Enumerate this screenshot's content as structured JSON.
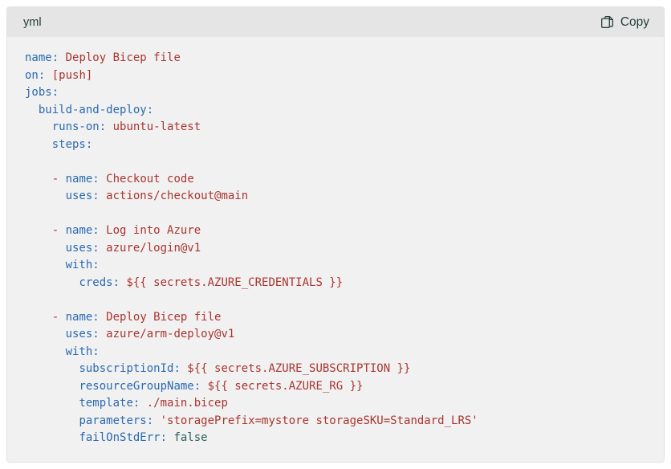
{
  "header": {
    "language_label": "yml",
    "copy_label": "Copy"
  },
  "colors": {
    "key": "#2a69b0",
    "str": "#a93530",
    "bool": "#2e605a",
    "plain": "#171717",
    "header_text": "#253e3c",
    "header_bg": "#e5e5e5",
    "body_bg": "#f1f1f1",
    "border": "#e1e1e1"
  },
  "code": {
    "language": "yml",
    "lines": [
      [
        [
          "k",
          "name:"
        ],
        [
          "s",
          " Deploy Bicep file"
        ]
      ],
      [
        [
          "k",
          "on:"
        ],
        [
          "s",
          " [push]"
        ]
      ],
      [
        [
          "k",
          "jobs:"
        ]
      ],
      [
        [
          "p",
          "  "
        ],
        [
          "k",
          "build-and-deploy:"
        ]
      ],
      [
        [
          "p",
          "    "
        ],
        [
          "k",
          "runs-on:"
        ],
        [
          "s",
          " ubuntu-latest"
        ]
      ],
      [
        [
          "p",
          "    "
        ],
        [
          "k",
          "steps:"
        ]
      ],
      [],
      [
        [
          "p",
          "    "
        ],
        [
          "s",
          "-"
        ],
        [
          "p",
          " "
        ],
        [
          "k",
          "name:"
        ],
        [
          "s",
          " Checkout code"
        ]
      ],
      [
        [
          "p",
          "      "
        ],
        [
          "k",
          "uses:"
        ],
        [
          "s",
          " actions/checkout@main"
        ]
      ],
      [],
      [
        [
          "p",
          "    "
        ],
        [
          "s",
          "-"
        ],
        [
          "p",
          " "
        ],
        [
          "k",
          "name:"
        ],
        [
          "s",
          " Log into Azure"
        ]
      ],
      [
        [
          "p",
          "      "
        ],
        [
          "k",
          "uses:"
        ],
        [
          "s",
          " azure/login@v1"
        ]
      ],
      [
        [
          "p",
          "      "
        ],
        [
          "k",
          "with:"
        ]
      ],
      [
        [
          "p",
          "        "
        ],
        [
          "k",
          "creds:"
        ],
        [
          "s",
          " ${{ secrets.AZURE_CREDENTIALS }}"
        ]
      ],
      [],
      [
        [
          "p",
          "    "
        ],
        [
          "s",
          "-"
        ],
        [
          "p",
          " "
        ],
        [
          "k",
          "name:"
        ],
        [
          "s",
          " Deploy Bicep file"
        ]
      ],
      [
        [
          "p",
          "      "
        ],
        [
          "k",
          "uses:"
        ],
        [
          "s",
          " azure/arm-deploy@v1"
        ]
      ],
      [
        [
          "p",
          "      "
        ],
        [
          "k",
          "with:"
        ]
      ],
      [
        [
          "p",
          "        "
        ],
        [
          "k",
          "subscriptionId:"
        ],
        [
          "s",
          " ${{ secrets.AZURE_SUBSCRIPTION }}"
        ]
      ],
      [
        [
          "p",
          "        "
        ],
        [
          "k",
          "resourceGroupName:"
        ],
        [
          "s",
          " ${{ secrets.AZURE_RG }}"
        ]
      ],
      [
        [
          "p",
          "        "
        ],
        [
          "k",
          "template:"
        ],
        [
          "s",
          " ./main.bicep"
        ]
      ],
      [
        [
          "p",
          "        "
        ],
        [
          "k",
          "parameters:"
        ],
        [
          "s",
          " 'storagePrefix=mystore storageSKU=Standard_LRS'"
        ]
      ],
      [
        [
          "p",
          "        "
        ],
        [
          "k",
          "failOnStdErr:"
        ],
        [
          "b",
          " false"
        ]
      ]
    ]
  }
}
